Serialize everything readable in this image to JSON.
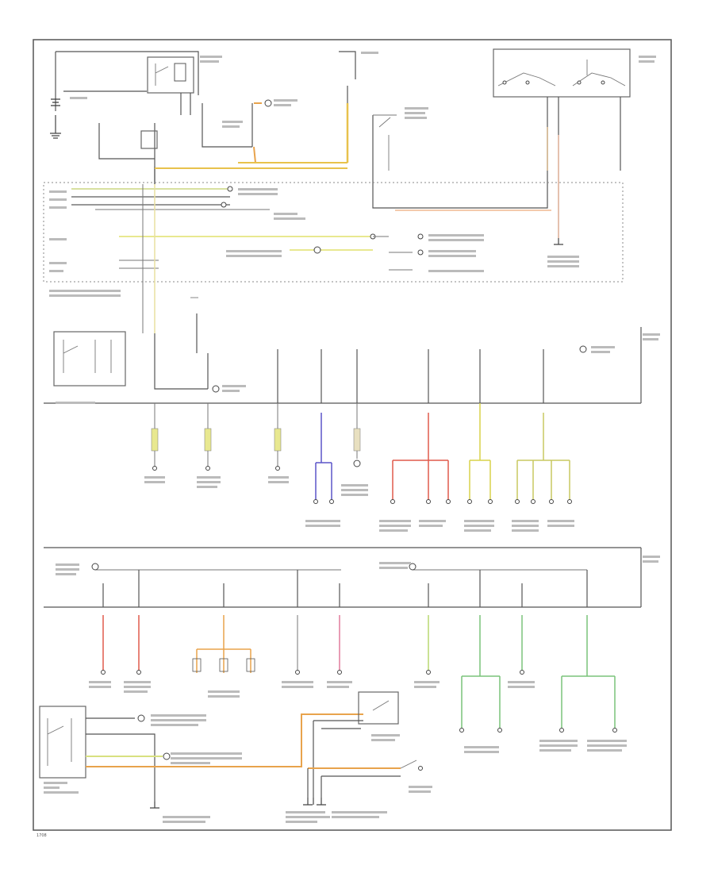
{
  "labels": {
    "page_code": "1708"
  },
  "colors": {
    "background": "#ffffff",
    "line": "#555555",
    "orange_wire": "#e8a34c",
    "yellow_wire": "#d8d24a",
    "blue_wire": "#5b55c9",
    "red_wire": "#e05a4c",
    "pink_wire": "#e07a9a",
    "green_wire": "#7ac37a",
    "peach_wire": "#f0b890",
    "olive_wire": "#c8c860"
  },
  "icons": [
    "battery-symbol",
    "relay-symbol",
    "fuse-symbol",
    "switch-symbol",
    "ground-symbol",
    "connector-symbol",
    "lamp-symbol"
  ]
}
